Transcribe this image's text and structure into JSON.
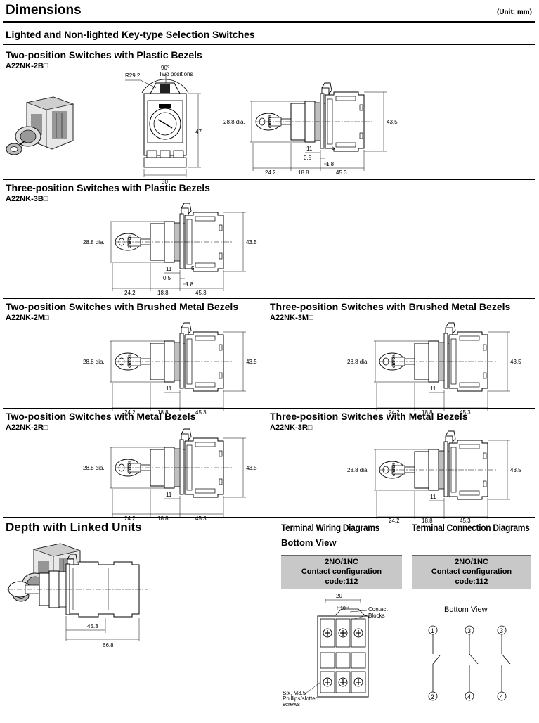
{
  "header": {
    "title": "Dimensions",
    "unit": "(Unit: mm)"
  },
  "subtitle": "Lighted and Non-lighted Key-type Selection Switches",
  "sections": {
    "s1": {
      "title": "Two-position Switches with Plastic Bezels",
      "model": "A22NK-2B□"
    },
    "s2": {
      "title": "Three-position Switches with Plastic Bezels",
      "model": "A22NK-3B□"
    },
    "s3": {
      "title": "Two-position Switches with Brushed Metal Bezels",
      "model": "A22NK-2M□"
    },
    "s4": {
      "title": "Three-position Switches with Brushed Metal Bezels",
      "model": "A22NK-3M□"
    },
    "s5": {
      "title": "Two-position Switches with Metal Bezels",
      "model": "A22NK-2R□"
    },
    "s6": {
      "title": "Three-position Switches with Metal Bezels",
      "model": "A22NK-3R□"
    }
  },
  "front_view": {
    "r": "R29.2",
    "angle": "90°",
    "angle_note": "Two positions",
    "height": "47",
    "width": "30"
  },
  "side_dims": {
    "dia": "28.8 dia.",
    "h": "43.5",
    "a": "24.2",
    "b": "18.8",
    "c": "45.3",
    "d11": "11",
    "d05": "0.5",
    "d5": "5",
    "d18": "1.8"
  },
  "key_label": "omron",
  "depth": {
    "title": "Depth with Linked Units",
    "d1": "45.3",
    "d2": "66.8"
  },
  "wiring": {
    "title": "Terminal Wiring Diagrams",
    "subtitle": "Bottom View",
    "box": [
      "2NO/1NC",
      "Contact configuration",
      "code:112"
    ],
    "dim20": "20",
    "dim10": "10",
    "contact_blocks": [
      "Contact",
      "Blocks"
    ],
    "screws": [
      "Six, M3.5",
      "Phillips/slotted",
      "screws"
    ]
  },
  "connection": {
    "title": "Terminal Connection Diagrams",
    "box": [
      "2NO/1NC",
      "Contact configuration",
      "code:112"
    ],
    "bottom_view": "Bottom View",
    "terminals_top": [
      "1",
      "3",
      "3"
    ],
    "terminals_bottom": [
      "2",
      "4",
      "4"
    ]
  }
}
